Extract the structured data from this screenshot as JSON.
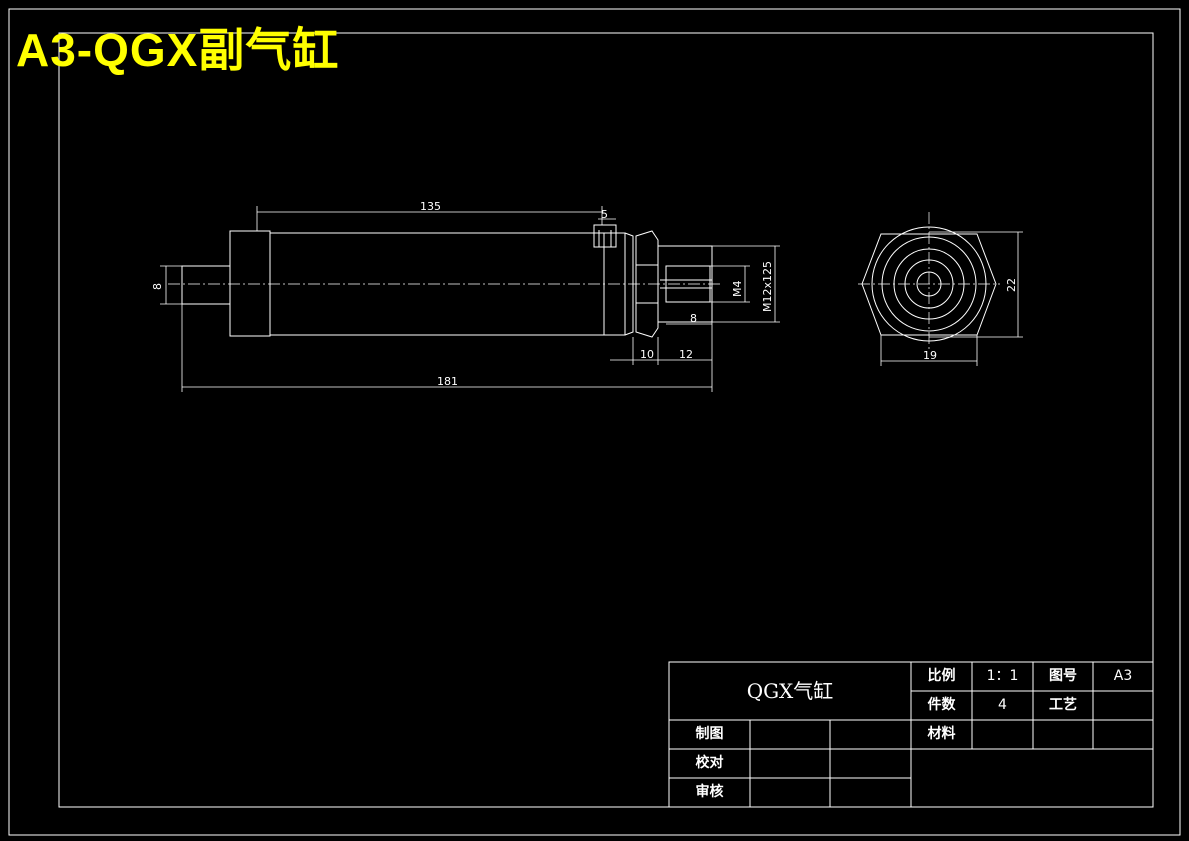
{
  "title": "A3-QGX副气缸",
  "colors": {
    "title": "#ffff00",
    "lines": "#ffffff",
    "background": "#000000"
  },
  "dimensions": {
    "d135": "135",
    "d5": "5",
    "d8_left": "8",
    "d_m4": "M4",
    "d_m12": "M12x125",
    "d8_thread": "8",
    "d10": "10",
    "d12": "12",
    "d181": "181",
    "d22": "22",
    "d19": "19"
  },
  "title_block": {
    "name": "QGX气缸",
    "scale_label": "比例",
    "scale_value": "1：1",
    "drawing_no_label": "图号",
    "drawing_no_value": "A3",
    "count_label": "件数",
    "count_value": "4",
    "process_label": "工艺",
    "material_label": "材料",
    "drawn_label": "制图",
    "checked_label": "校对",
    "approved_label": "审核"
  }
}
